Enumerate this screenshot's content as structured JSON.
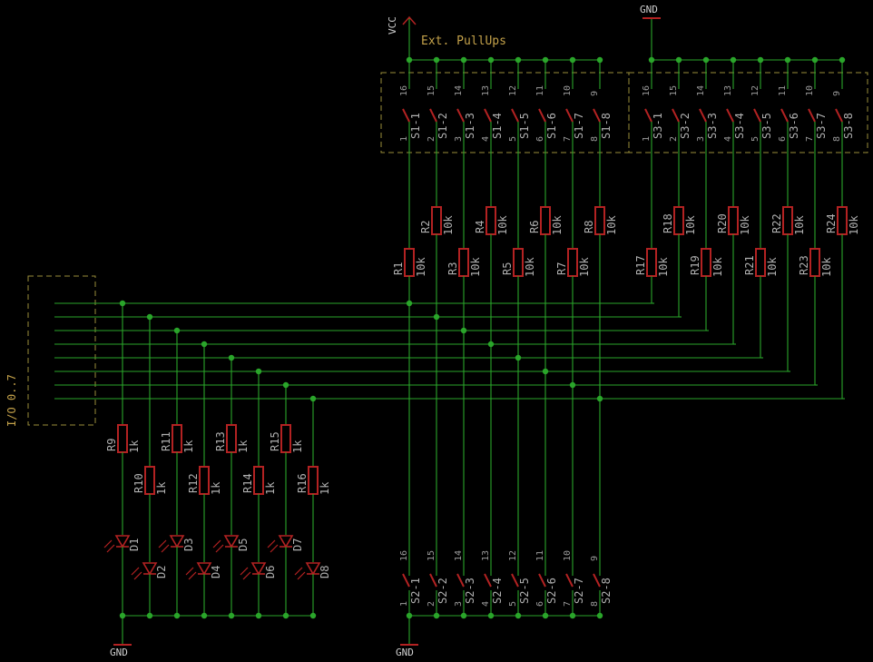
{
  "power": {
    "vcc": "VCC",
    "gnd": "GND"
  },
  "note": "Ext. PullUps",
  "io_label": "I/O 0..7",
  "switch_groups": [
    {
      "prefix": "S1"
    },
    {
      "prefix": "S3"
    },
    {
      "prefix": "S2"
    }
  ],
  "pullup_resistors_left": [
    {
      "ref": "R1",
      "value": "10k"
    },
    {
      "ref": "R2",
      "value": "10k"
    },
    {
      "ref": "R3",
      "value": "10k"
    },
    {
      "ref": "R4",
      "value": "10k"
    },
    {
      "ref": "R5",
      "value": "10k"
    },
    {
      "ref": "R6",
      "value": "10k"
    },
    {
      "ref": "R7",
      "value": "10k"
    },
    {
      "ref": "R8",
      "value": "10k"
    }
  ],
  "pullup_resistors_right": [
    {
      "ref": "R17",
      "value": "10k"
    },
    {
      "ref": "R18",
      "value": "10k"
    },
    {
      "ref": "R19",
      "value": "10k"
    },
    {
      "ref": "R20",
      "value": "10k"
    },
    {
      "ref": "R21",
      "value": "10k"
    },
    {
      "ref": "R22",
      "value": "10k"
    },
    {
      "ref": "R23",
      "value": "10k"
    },
    {
      "ref": "R24",
      "value": "10k"
    }
  ],
  "led_resistors": [
    {
      "ref": "R9",
      "value": "1k"
    },
    {
      "ref": "R10",
      "value": "1k"
    },
    {
      "ref": "R11",
      "value": "1k"
    },
    {
      "ref": "R12",
      "value": "1k"
    },
    {
      "ref": "R13",
      "value": "1k"
    },
    {
      "ref": "R14",
      "value": "1k"
    },
    {
      "ref": "R15",
      "value": "1k"
    },
    {
      "ref": "R16",
      "value": "1k"
    }
  ],
  "leds": [
    "D1",
    "D2",
    "D3",
    "D4",
    "D5",
    "D6",
    "D7",
    "D8"
  ],
  "colors": {
    "background": "#000000",
    "wire": "#2aa52a",
    "component": "#b32222",
    "frame": "#9a8e3a",
    "text": "#b0b0b0"
  }
}
